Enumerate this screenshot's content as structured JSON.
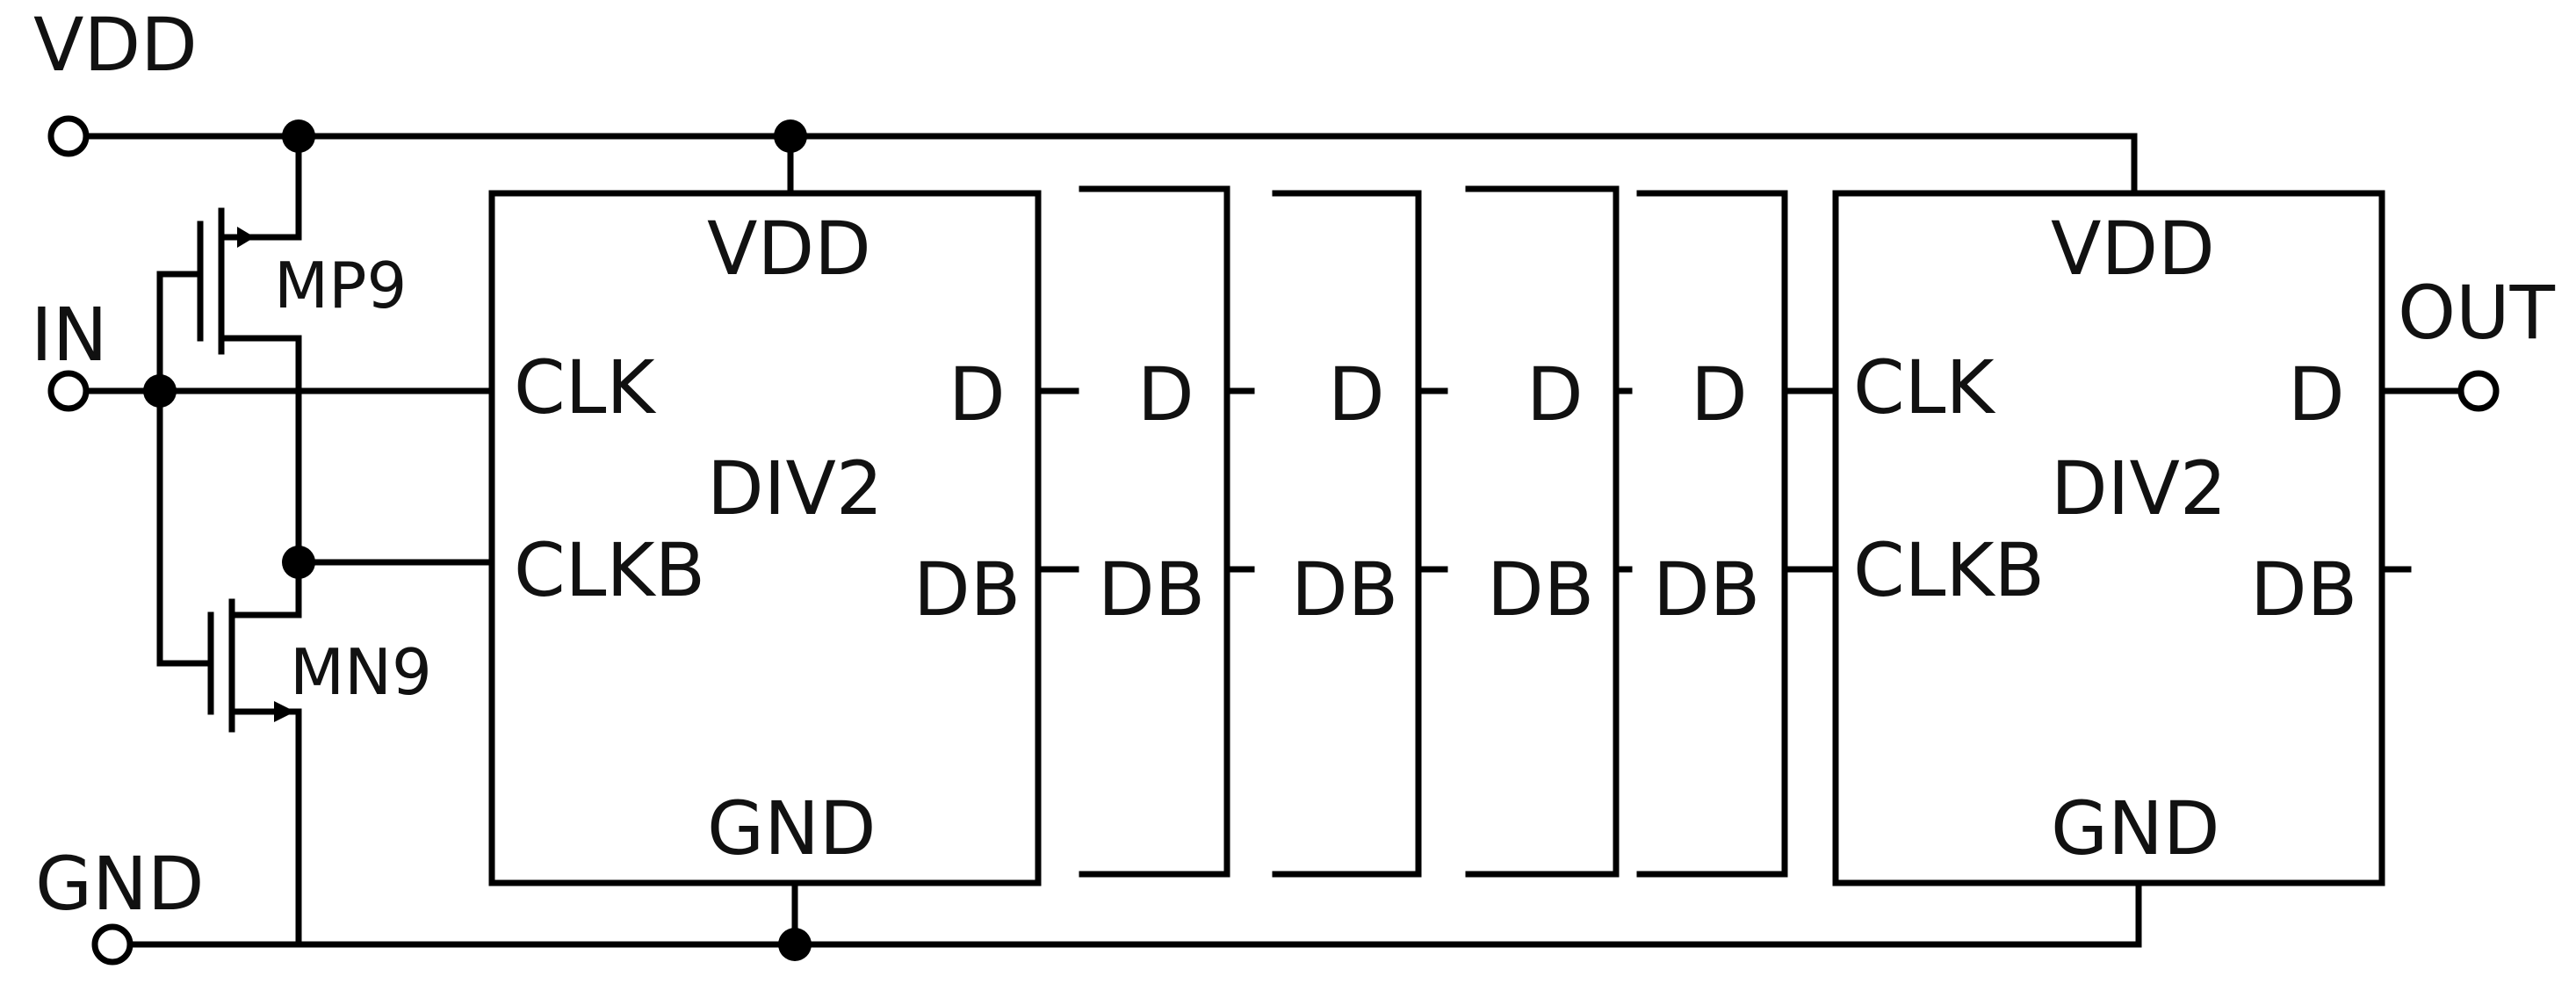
{
  "ports": {
    "vdd": "VDD",
    "in": "IN",
    "gnd": "GND",
    "out": "OUT"
  },
  "transistors": {
    "pmos": "MP9",
    "nmos": "MN9"
  },
  "first_divider": {
    "name": "DIV2",
    "vdd": "VDD",
    "gnd": "GND",
    "clk": "CLK",
    "clkb": "CLKB",
    "d": "D",
    "db": "DB"
  },
  "intermediate_stages": [
    {
      "d": "D",
      "db": "DB"
    },
    {
      "d": "D",
      "db": "DB"
    },
    {
      "d": "D",
      "db": "DB"
    },
    {
      "d": "D",
      "db": "DB"
    }
  ],
  "last_divider": {
    "name": "DIV2",
    "vdd": "VDD",
    "gnd": "GND",
    "clk": "CLK",
    "clkb": "CLKB",
    "d": "D",
    "db": "DB"
  }
}
